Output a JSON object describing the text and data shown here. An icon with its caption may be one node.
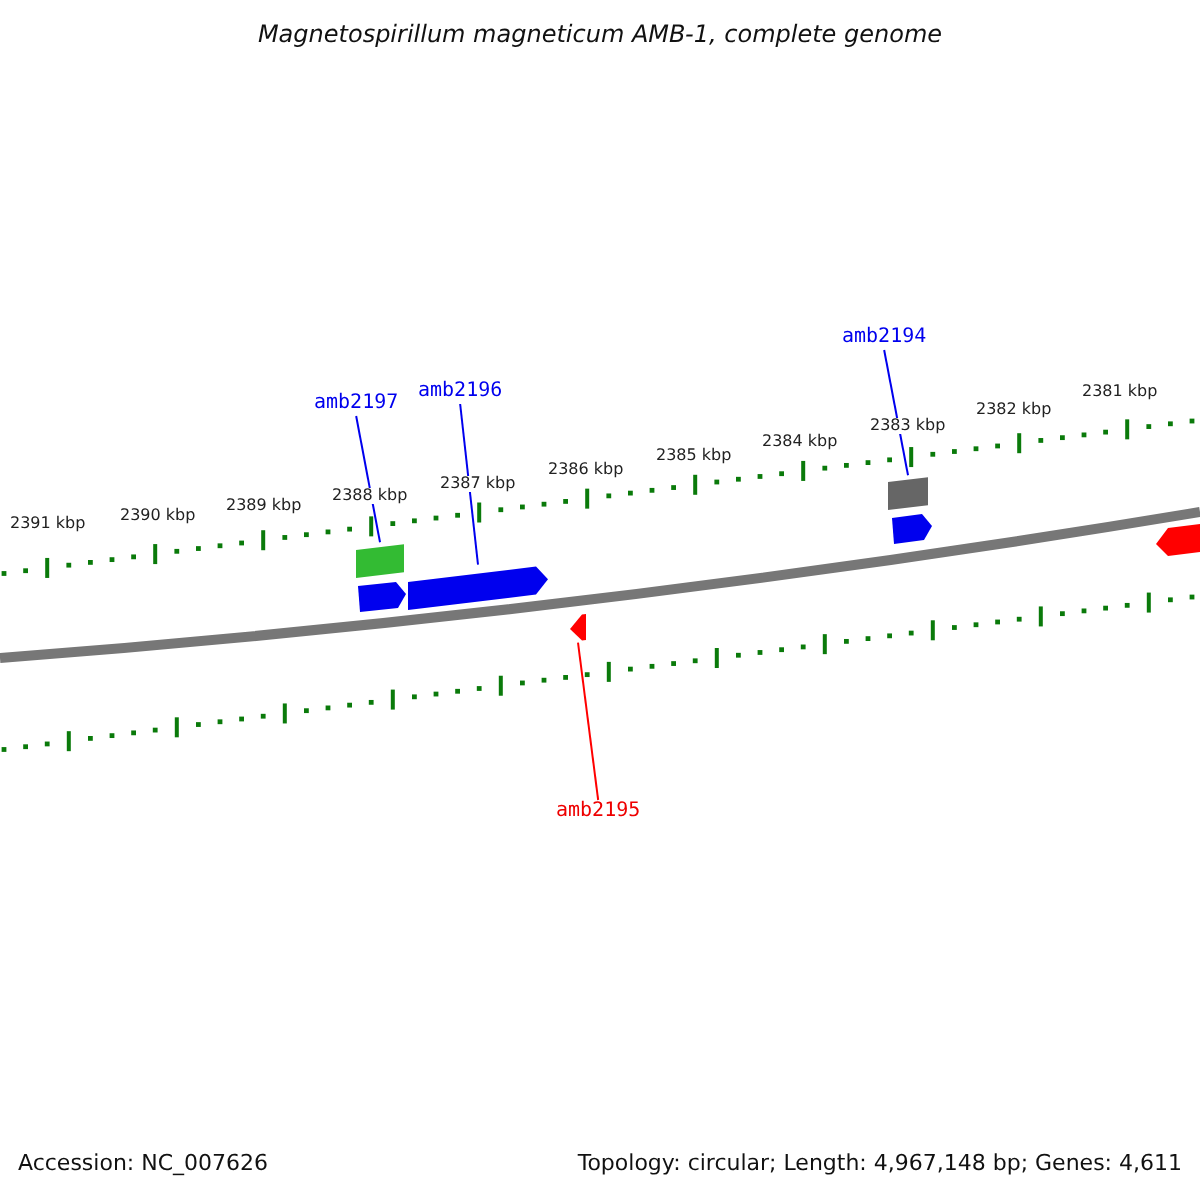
{
  "diagram": {
    "title": "Magnetospirillum magneticum AMB-1, complete genome",
    "nodes": [
      {
        "text": [
          "amb2194"
        ]
      },
      {
        "text": [
          "amb2196"
        ]
      },
      {
        "text": [
          "amb2197"
        ]
      },
      {
        "text": [],
        "shape": "box"
      },
      {
        "text": [],
        "shape": "box"
      },
      {
        "text": [],
        "shape": "arrow"
      },
      {
        "text": [],
        "shape": "arrow"
      },
      {
        "text": [
          "amb2195"
        ]
      }
    ],
    "edges": [
      {
        "from": 0,
        "to": 3,
        "arrow": "none"
      },
      {
        "from": 1,
        "to": 5,
        "arrow": "none"
      },
      {
        "from": 2,
        "to": 4,
        "arrow": "none"
      },
      {
        "from": 7,
        "to": 6,
        "arrow": "none",
        "color": "#ff0000"
      }
    ],
    "labels": [
      "2381 kbp",
      "2382 kbp",
      "2383 kbp",
      "2384 kbp",
      "2385 kbp",
      "2386 kbp",
      "2387 kbp",
      "2388 kbp",
      "2389 kbp",
      "2390 kbp",
      "2391 kbp",
      "Accession: NC_007626",
      "Topology: circular; Length: 4,967,148 bp; Genes: 4,611"
    ]
  }
}
